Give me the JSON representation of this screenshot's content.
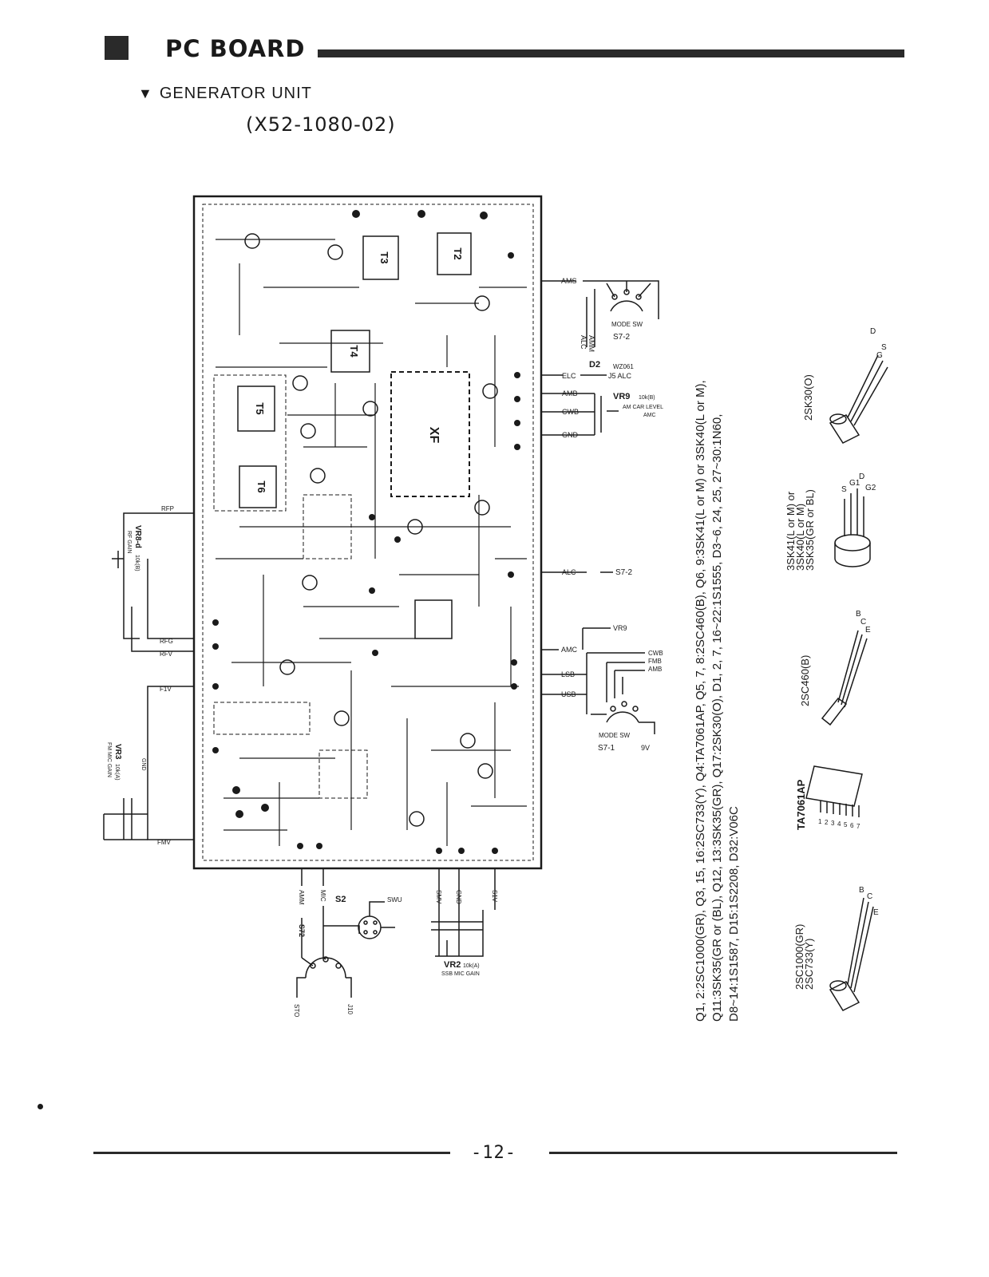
{
  "header": {
    "title": "PC BOARD",
    "subtitle": "GENERATOR UNIT",
    "part_number": "(X52-1080-02)"
  },
  "board": {
    "xf_label": "XF",
    "transformers": [
      "T3",
      "T2",
      "T4",
      "T5",
      "T6"
    ]
  },
  "switch_s7_2": {
    "terminal": "AMS",
    "left_labels": [
      "AMM",
      "ALC"
    ],
    "caption": "MODE SW",
    "name": "S7-2"
  },
  "d2_line": {
    "left": "ELC",
    "diode": "D2",
    "type": "WZ061",
    "right": "J5 ALC"
  },
  "vr9": {
    "name": "VR9",
    "rating": "10k(B)",
    "desc": "AM CAR LEVEL",
    "amc": "AMC",
    "lines": [
      "AMB",
      "CWB",
      "GND"
    ]
  },
  "alc_line": {
    "left": "ALC",
    "right": "S7-2"
  },
  "vr9_line": "VR9",
  "switch_s7_1": {
    "lines": [
      "AMC",
      "LSB",
      "USB"
    ],
    "right_labels": [
      "CWB",
      "FMB",
      "AMB"
    ],
    "caption": "MODE SW",
    "name": "S7-1",
    "supply": "9V"
  },
  "left_side": {
    "rfp": "RFP",
    "vr8": "VR8-d",
    "vr8_rating": "10k(B)",
    "vr8_desc": "RF GAIN",
    "rfg": "RFG",
    "rfv": "RFV",
    "f1v": "F1V",
    "vr3": "VR3",
    "vr3_rating": "10k(A)",
    "vr3_desc": "FM MIC GAIN",
    "gnd": "GND",
    "fmv": "FMV"
  },
  "bottom": {
    "amm": "AMM",
    "mic": "MIC",
    "s72": "S72",
    "sto": "STO",
    "j10": "J10",
    "s2": "S2",
    "swu": "SWU",
    "smv": "SMV",
    "gnd": "GND",
    "s1v": "S1V",
    "vr2": "VR2",
    "vr2_rating": "10k(A)",
    "vr2_desc": "SSB MIC GAIN"
  },
  "semiconductors": [
    "Q1, 2:2SC1000(GR), Q3, 15, 16:2SC733(Y), Q4:TA7061AP, Q5, 7, 8:2SC460(B), Q6, 9:3SK41(L or M) or 3SK40(L or M),",
    "Q11:3SK35(GR or (BL), Q12, 13:3SK35(GR), Q17:2SK30(O), D1, 2, 7, 16~22:1S1555, D3~6, 24, 25, 27~30:1N60,",
    "D8~14:1S1587, D15:1S2208, D32:V06C"
  ],
  "components": [
    {
      "name": "2SK30(O)",
      "pins": [
        "G",
        "S",
        "D"
      ]
    },
    {
      "name": "3SK41(L or M) or\n3SK40(L or M)\n3SK35(GR or BL)",
      "pins": [
        "S",
        "G1",
        "D",
        "G2"
      ]
    },
    {
      "name": "2SC460(B)",
      "pins": [
        "B",
        "C",
        "E"
      ]
    },
    {
      "name": "TA7061AP",
      "pins": [
        "1",
        "2",
        "3",
        "4",
        "5",
        "6",
        "7"
      ]
    },
    {
      "name": "2SC1000(GR)\n2SC733(Y)",
      "pins": [
        "B",
        "C",
        "E"
      ]
    }
  ],
  "page_number": "-12-"
}
